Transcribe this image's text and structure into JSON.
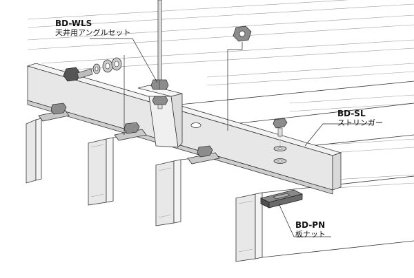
{
  "labels": {
    "wls": {
      "code": "BD-WLS",
      "desc": "天井用アングルセット"
    },
    "sl": {
      "code": "BD-SL",
      "desc": "ストリンガー"
    },
    "pn": {
      "code": "BD-PN",
      "desc": "板ナット"
    }
  },
  "colors": {
    "line": "#333333",
    "panel_face": "#f4f4f4",
    "panel_side": "#e6e6e6",
    "angle_top": "#f3f3f3",
    "angle_face": "#e7e7e7",
    "metal": "#8c8c8c",
    "metal_dark": "#555555",
    "nut_block": "#6d6d6d"
  }
}
